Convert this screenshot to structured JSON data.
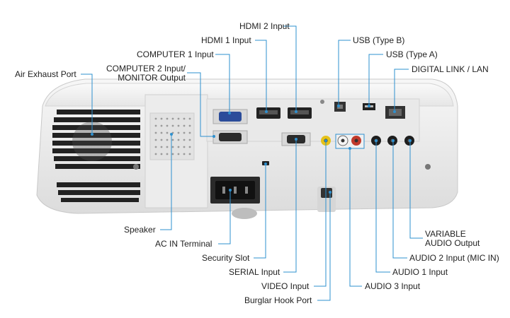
{
  "labels": {
    "hdmi2": "HDMI 2 Input",
    "hdmi1": "HDMI 1 Input",
    "usb_b": "USB (Type B)",
    "computer1": "COMPUTER 1 Input",
    "usb_a": "USB (Type A)",
    "computer2_line1": "COMPUTER 2 Input/",
    "computer2_line2": "MONITOR Output",
    "digital_link": "DIGITAL LINK / LAN",
    "air_exhaust": "Air Exhaust Port",
    "speaker": "Speaker",
    "ac_in": "AC IN Terminal",
    "security_slot": "Security Slot",
    "serial": "SERIAL Input",
    "video": "VIDEO Input",
    "burglar_hook": "Burglar Hook Port",
    "audio3": "AUDIO 3 Input",
    "audio1": "AUDIO 1 Input",
    "audio2": "AUDIO 2 Input (MIC IN)",
    "variable_line1": "VARIABLE",
    "variable_line2": "AUDIO Output"
  },
  "colors": {
    "leader": "#2e90cf",
    "body": "#f1f1f1",
    "vga": "#2b4c9a"
  }
}
